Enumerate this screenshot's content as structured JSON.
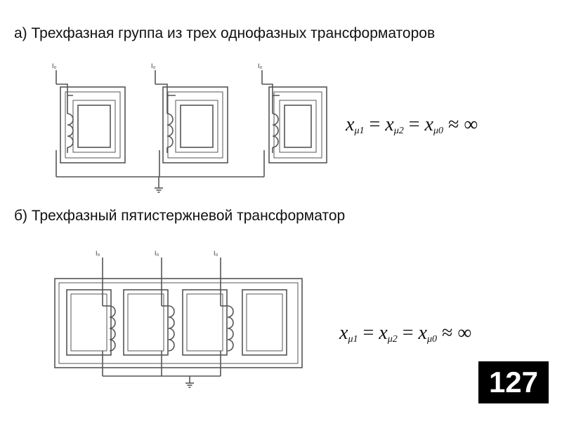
{
  "headings": {
    "a": "а) Трехфазная группа из трех однофазных трансформаторов",
    "b": "б) Трехфазный пятистержневой  трансформатор"
  },
  "current_label": "I₀",
  "formula_a": {
    "var": "x",
    "sub1": "μ1",
    "sub2": "μ2",
    "sub0": "μ0",
    "eq": "=",
    "approx": "≈",
    "inf": "∞"
  },
  "formula_b": {
    "var": "x",
    "sub1": "μ1",
    "sub2": "μ2",
    "sub0": "μ0",
    "eq": "=",
    "approx": "≈",
    "inf": "∞"
  },
  "page_number": "127",
  "colors": {
    "line": "#555555",
    "text": "#111111",
    "badge_bg": "#000000",
    "badge_fg": "#ffffff"
  }
}
